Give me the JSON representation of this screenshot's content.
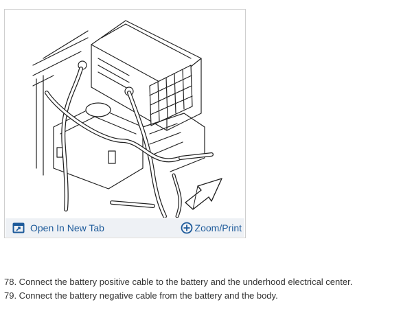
{
  "figure": {
    "open_tab_label": "Open In New Tab",
    "zoom_print_label": "Zoom/Print",
    "icons": [
      "open-new-tab-icon",
      "zoom-plus-icon"
    ],
    "accent_color": "#1d5a9a"
  },
  "steps": [
    "78. Connect the battery positive cable to the battery and the underhood electrical center.",
    "79. Connect the battery negative cable from the battery and the body."
  ]
}
